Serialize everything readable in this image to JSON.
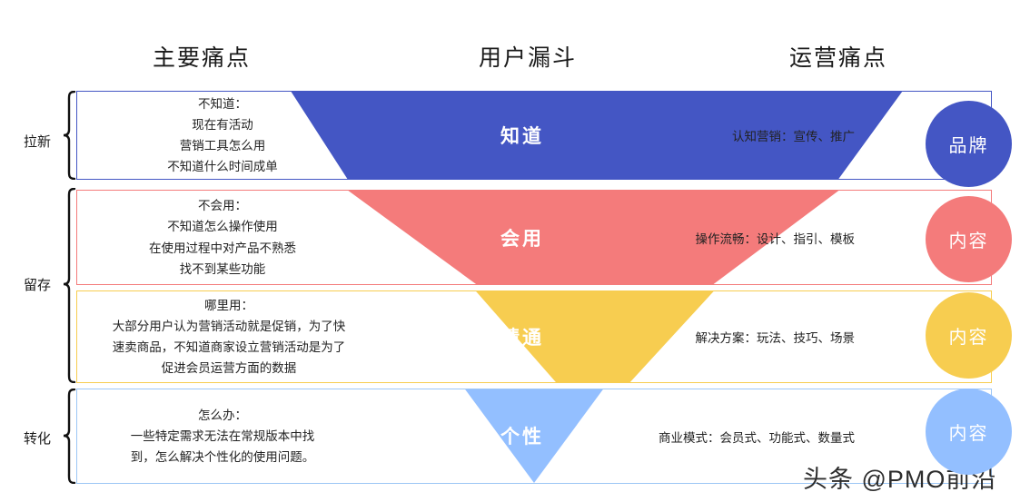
{
  "headers": {
    "pain": "主要痛点",
    "funnel": "用户漏斗",
    "ops": "运营痛点"
  },
  "stages": [
    {
      "label": "拉新"
    },
    {
      "label": "留存"
    },
    {
      "label": "转化"
    }
  ],
  "colors": {
    "know": "#4456c4",
    "use": "#f47b7b",
    "master": "#f7cd50",
    "personal": "#93bfff",
    "personal_border": "#9cc6f5"
  },
  "rows": [
    {
      "funnel_label": "知道",
      "pain_title": "不知道：",
      "pain_lines": [
        "现在有活动",
        "营销工具怎么用",
        "不知道什么时间成单"
      ],
      "ops_text": "认知营销：宣传、推广",
      "circle_label": "品牌",
      "color": "#4456c4"
    },
    {
      "funnel_label": "会用",
      "pain_title": "不会用：",
      "pain_lines": [
        "不知道怎么操作使用",
        "在使用过程中对产品不熟悉",
        "找不到某些功能"
      ],
      "ops_text": "操作流畅：设计、指引、模板",
      "circle_label": "内容",
      "color": "#f47b7b"
    },
    {
      "funnel_label": "精通",
      "pain_title": "哪里用：",
      "pain_lines": [
        "大部分用户认为营销活动就是促销，为了快",
        "速卖商品，不知道商家设立营销活动是为了",
        "促进会员运营方面的数据"
      ],
      "ops_text": "解决方案：玩法、技巧、场景",
      "circle_label": "内容",
      "color": "#f7cd50"
    },
    {
      "funnel_label": "个性",
      "pain_title": "怎么办：",
      "pain_lines": [
        "一些特定需求无法在常规版本中找",
        "到，怎么解决个性化的使用问题。"
      ],
      "ops_text": "商业模式：会员式、功能式、数量式",
      "circle_label": "内容",
      "color": "#93bfff"
    }
  ],
  "watermark": "头条 @PMO前沿"
}
